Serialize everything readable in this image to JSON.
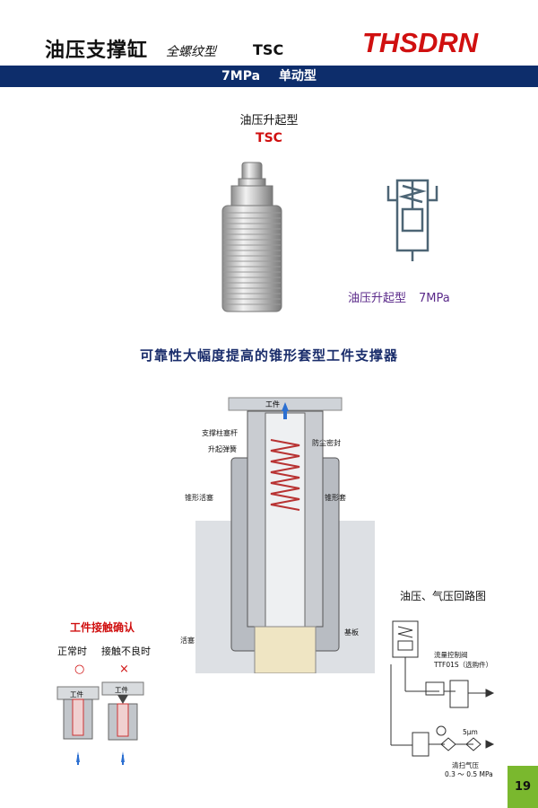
{
  "header": {
    "title": "油压支撑缸",
    "subtitle": "全螺纹型",
    "model": "TSC",
    "brand": "THSDRN"
  },
  "bar": {
    "pressure": "7MPa",
    "type": "单动型"
  },
  "product": {
    "label": "油压升起型",
    "model": "TSC"
  },
  "symbol": {
    "label": "油压升起型",
    "pressure": "7MPa"
  },
  "tagline": "可靠性大幅度提高的锥形套型工件支撑器",
  "section": {
    "workpiece": "工件",
    "callouts": {
      "support_rod": "支撑柱塞杆",
      "lift_spring": "升起弹簧",
      "dust_seal": "防尘密封",
      "cone_piston": "锥形活塞",
      "cone_sleeve": "锥形套",
      "piston": "活塞",
      "base_plate": "基板"
    }
  },
  "contact": {
    "title": "工件接触确认",
    "normal": "正常时",
    "bad": "接触不良时",
    "mark_ok": "○",
    "mark_ng": "×",
    "workpiece": "工件"
  },
  "circuit": {
    "title": "油压、气压回路图",
    "valve_label": "流量控制阀",
    "valve_model": "TTF01S（选购件）",
    "filter": "5μm",
    "purge": "清扫气压",
    "range": "0.3 ～ 0.5 MPa"
  },
  "page_number": "19",
  "colors": {
    "navy": "#0d2d6b",
    "red": "#d01010",
    "purple": "#5b2a8a",
    "green": "#7ab82e"
  }
}
